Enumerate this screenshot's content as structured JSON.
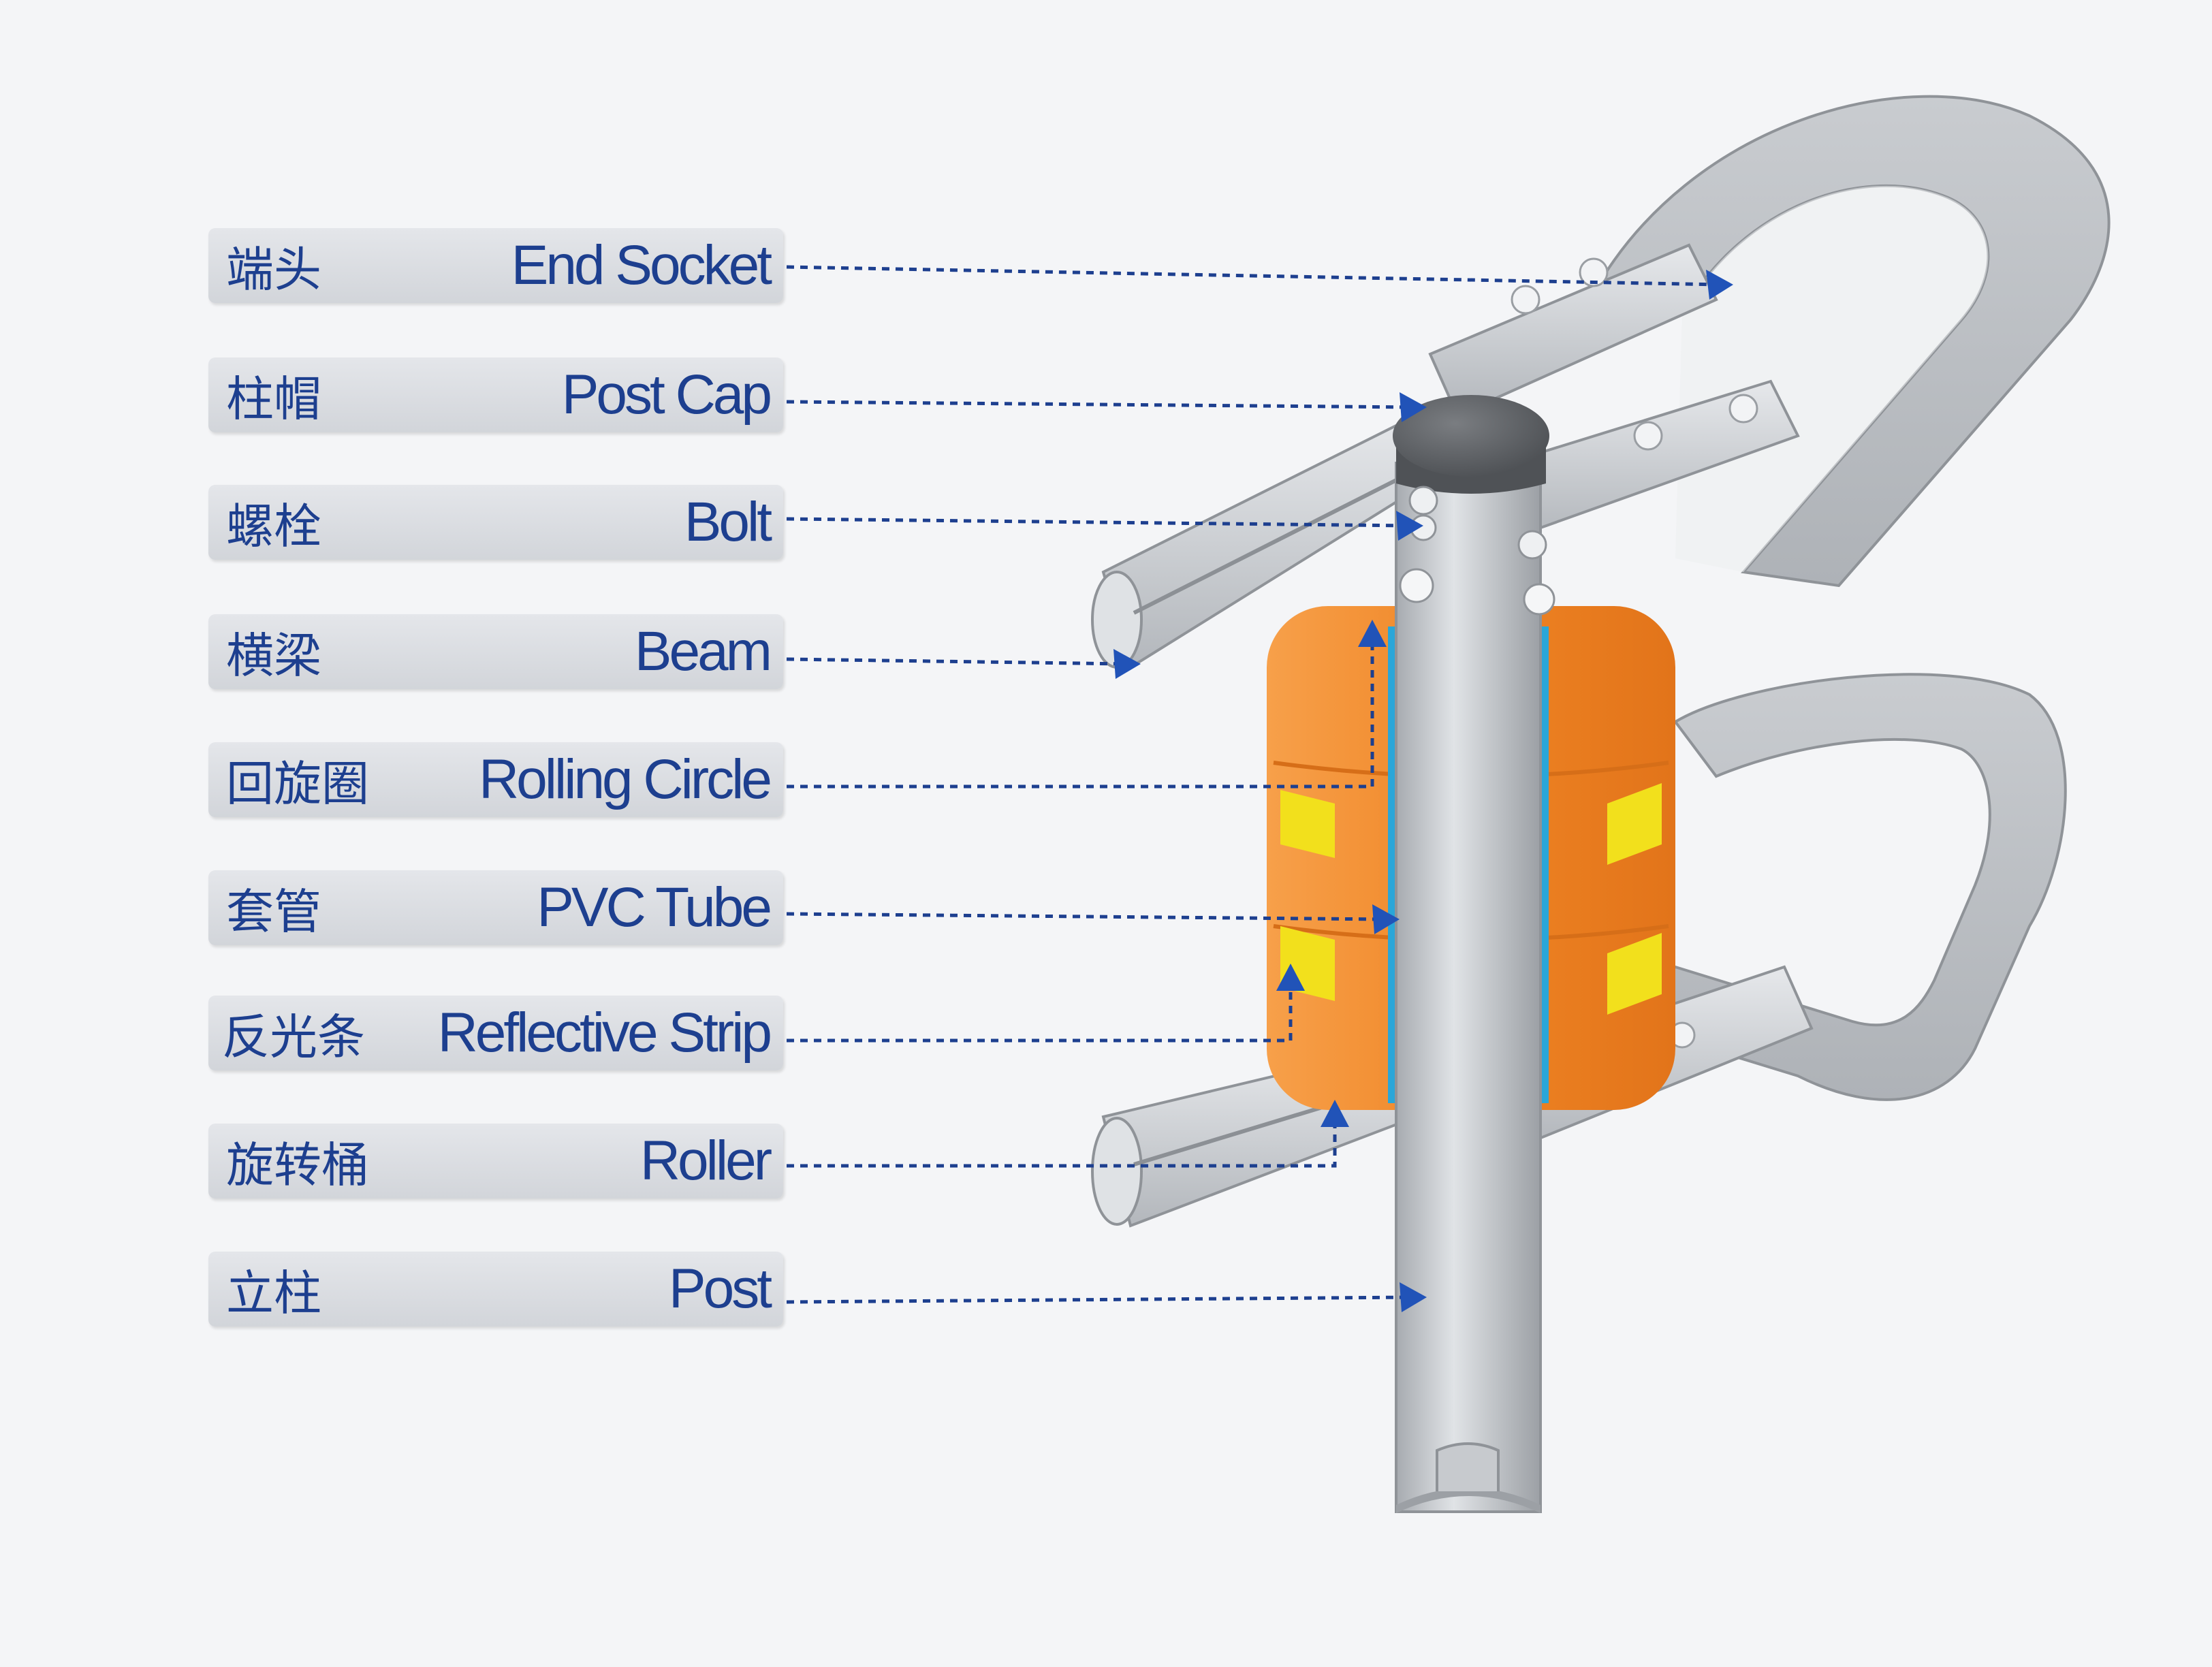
{
  "labels": [
    {
      "zh": "端头",
      "en": "End Socket"
    },
    {
      "zh": "柱帽",
      "en": "Post Cap"
    },
    {
      "zh": "螺栓",
      "en": "Bolt"
    },
    {
      "zh": "横梁",
      "en": "Beam"
    },
    {
      "zh": "回旋圈",
      "en": "Rolling Circle"
    },
    {
      "zh": "套管",
      "en": "PVC Tube"
    },
    {
      "zh": "反光条",
      "en": "Reflective Strip"
    },
    {
      "zh": "旋转桶",
      "en": "Roller"
    },
    {
      "zh": "立柱",
      "en": "Post"
    }
  ],
  "colors": {
    "label_text": "#1d3f8f",
    "leader_line": "#1d3f8f",
    "arrowhead": "#2153b8",
    "steel": "#b8bcc1",
    "roller": "#f08a28",
    "reflective_strip": "#f2e01c",
    "pvc_tube": "#2aa6d8",
    "post_cap": "#5c5f63"
  }
}
